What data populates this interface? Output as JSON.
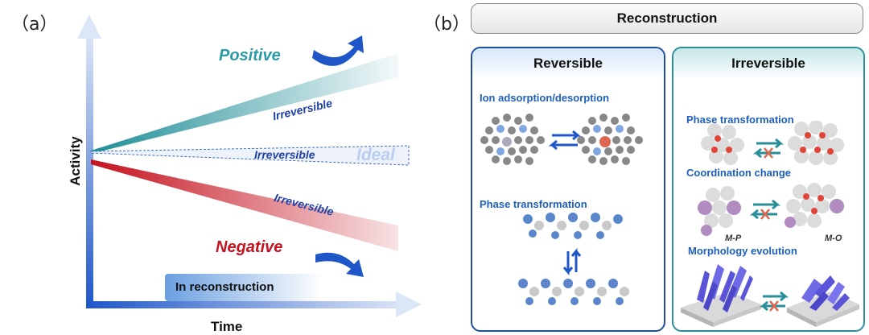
{
  "panel_a": {
    "label": "（a）",
    "y_axis": "Activity",
    "x_axis": "Time",
    "positive": "Positive",
    "negative": "Negative",
    "ideal": "Ideal",
    "line_labels": [
      "Irreversible",
      "Irreversible",
      "Irreversible"
    ],
    "in_reconstruction": "In reconstruction",
    "colors": {
      "positive": "#2a9ba5",
      "negative": "#c4121e",
      "axis": "#2a56b8",
      "text_blue": "#1f3fa8"
    }
  },
  "panel_b": {
    "label": "（b）",
    "title": "Reconstruction",
    "reversible": {
      "title": "Reversible",
      "sections": [
        "Ion adsorption/desorption",
        "Phase transformation"
      ]
    },
    "irreversible": {
      "title": "Irreversible",
      "sections": [
        "Phase transformation",
        "Coordination change",
        "Morphology evolution"
      ],
      "coord_labels": [
        "M-P",
        "M-O"
      ]
    }
  }
}
